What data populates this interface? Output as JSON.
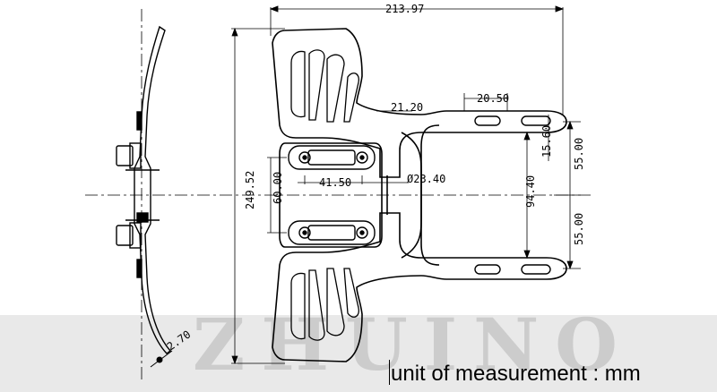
{
  "watermark": "ZHUINO",
  "unit_label": "unit of measurement : mm",
  "dimensions": {
    "overall_width": "213.97",
    "overall_height": "249.52",
    "center_height": "60.00",
    "tab_width": "20.50",
    "neck_width": "21.20",
    "slot_length": "41.50",
    "hole_diameter": "Ø23.40",
    "slot_spacing": "94.40",
    "tab_spacing": "15.60",
    "upper_offset": "55.00",
    "lower_offset": "55.00",
    "thickness": "2.70"
  }
}
